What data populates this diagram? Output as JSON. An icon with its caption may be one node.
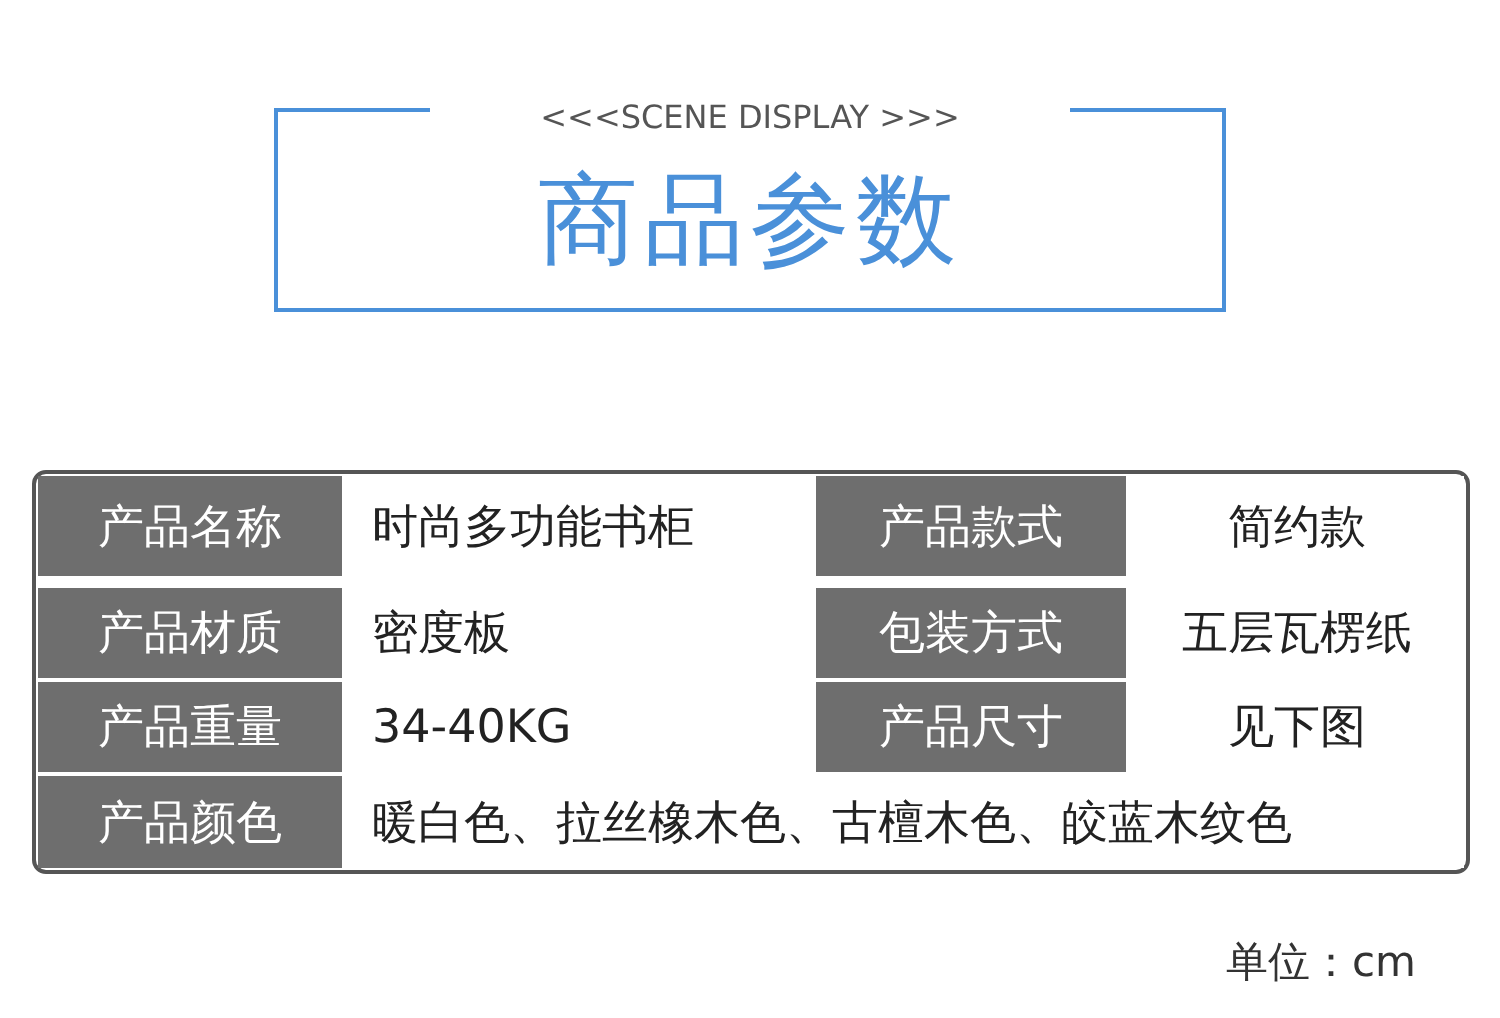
{
  "diagram": {
    "title": "商品参数",
    "labels": [
      "<<<SCENE DISPLAY >>>",
      "产品名称",
      "时尚多功能书柜",
      "产品款式",
      "简约款",
      "产品材质",
      "密度板",
      "包装方式",
      "五层瓦楞纸",
      "产品重量",
      "34-40KG",
      "产品尺寸",
      "见下图",
      "产品颜色",
      "暖白色、拉丝橡木色、古檀木色、皎蓝木纹色",
      "单位：cm"
    ]
  }
}
